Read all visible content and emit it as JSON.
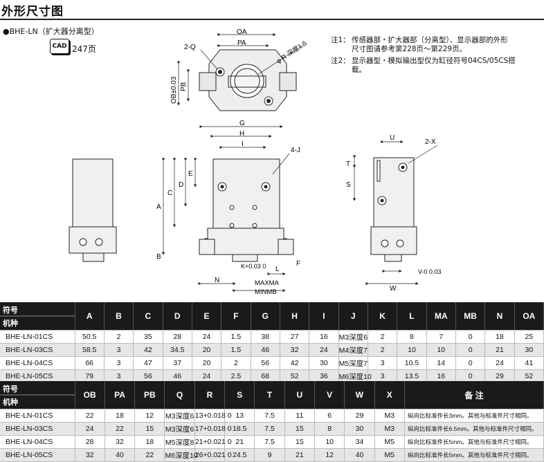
{
  "page_title": "外形尺寸图",
  "model_label": "●BHE-LN（扩大器分离型）",
  "cad": {
    "badge": "CAD",
    "page_ref": "247页"
  },
  "notes": [
    {
      "label": "注1：",
      "line1": "传感器部・扩大器部（分离型）、显示器部的外形",
      "line2": "尺寸图请参考第228页～第229页。"
    },
    {
      "label": "注2：",
      "line1": "显示器型・模拟输出型仅为缸径符号04CS/05CS搭",
      "line2": "载。"
    }
  ],
  "dimension_labels": {
    "oa": "OA",
    "pa": "PA",
    "q": "2-Q",
    "ob": "OB±0.03",
    "pb": "PB",
    "r": "φ R 深度1.5",
    "g": "G",
    "h": "H",
    "i": "I",
    "j": "4-J",
    "a": "A",
    "c": "C",
    "d": "D",
    "e": "E",
    "b": "B",
    "n": "N",
    "k": "K+0.03 0",
    "l": "L",
    "f": "F",
    "maxma": "MAXMA",
    "minmb": "MINMB",
    "u": "U",
    "x": "2-X",
    "t": "T",
    "s": "S",
    "v": "V-0 0.03",
    "w": "W"
  },
  "table1": {
    "corner_top": "符号",
    "corner_bottom": "机种",
    "headers": [
      "A",
      "B",
      "C",
      "D",
      "E",
      "F",
      "G",
      "H",
      "I",
      "J",
      "K",
      "L",
      "MA",
      "MB",
      "N",
      "OA"
    ],
    "rows": [
      [
        "BHE-LN-01CS",
        "50.5",
        "2",
        "35",
        "28",
        "24",
        "1.5",
        "38",
        "27",
        "16",
        "M3深度6",
        "2",
        "8",
        "7",
        "0",
        "18",
        "25"
      ],
      [
        "BHE-LN-03CS",
        "58.5",
        "3",
        "42",
        "34.5",
        "20",
        "1.5",
        "46",
        "32",
        "24",
        "M4深度7",
        "2",
        "10",
        "10",
        "0",
        "21",
        "30"
      ],
      [
        "BHE-LN-04CS",
        "66",
        "3",
        "47",
        "37",
        "20",
        "2",
        "56",
        "42",
        "30",
        "M5深度7",
        "3",
        "10.5",
        "14",
        "0",
        "24",
        "41"
      ],
      [
        "BHE-LN-05CS",
        "79",
        "3",
        "56",
        "46",
        "24",
        "2.5",
        "68",
        "52",
        "36",
        "M6深度10",
        "3",
        "13.5",
        "16",
        "0",
        "29",
        "52"
      ]
    ]
  },
  "table2": {
    "corner_top": "符号",
    "corner_bottom": "机种",
    "headers": [
      "OB",
      "PA",
      "PB",
      "Q",
      "R",
      "S",
      "T",
      "U",
      "V",
      "W",
      "X",
      "备 注"
    ],
    "rows": [
      [
        "BHE-LN-01CS",
        "22",
        "18",
        "12",
        "M3深度6",
        "13+0.018 0",
        "13",
        "7.5",
        "11",
        "6",
        "29",
        "M3",
        "纵向比标准件长3mm。其他与标准件尺寸相同。"
      ],
      [
        "BHE-LN-03CS",
        "24",
        "22",
        "15",
        "M3深度6",
        "17+0.018 0",
        "18.5",
        "7.5",
        "15",
        "8",
        "30",
        "M3",
        "纵向比标准件长6.5mm。其他与标准件尺寸相同。"
      ],
      [
        "BHE-LN-04CS",
        "28",
        "32",
        "18",
        "M5深度8",
        "21+0.021 0",
        "21",
        "7.5",
        "15",
        "10",
        "34",
        "M5",
        "纵向比标准件长5mm。其他与标准件尺寸相同。"
      ],
      [
        "BHE-LN-05CS",
        "32",
        "40",
        "22",
        "M6深度10",
        "26+0.021 0",
        "24.5",
        "9",
        "21",
        "12",
        "40",
        "M5",
        "纵向比标准件长5mm。其他与标准件尺寸相同。"
      ]
    ]
  }
}
